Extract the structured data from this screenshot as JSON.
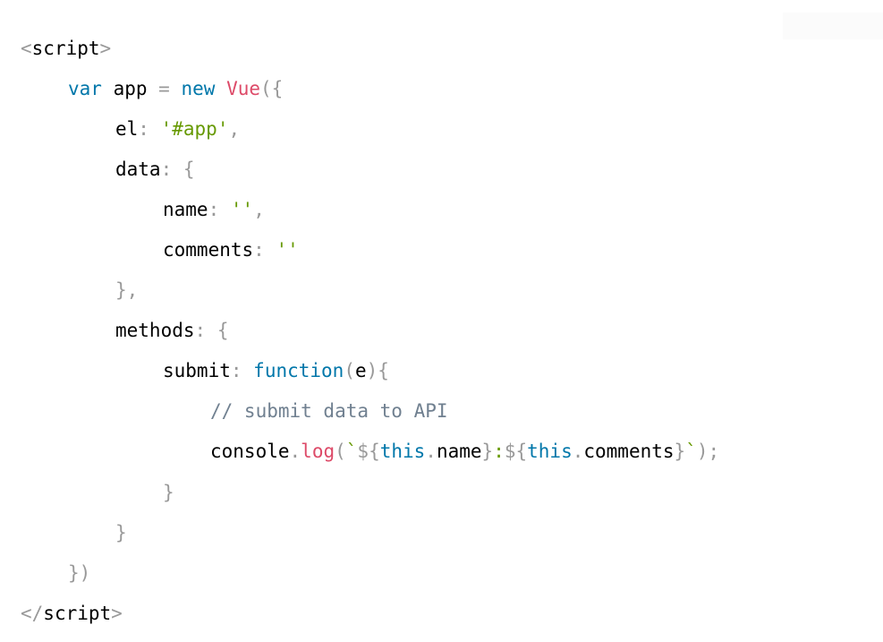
{
  "code": {
    "line_1": {
      "lt": "<",
      "tag": "script",
      "gt": ">"
    },
    "line_2": {
      "kw_var": "var",
      "app": " app ",
      "eq": "=",
      "kw_new": "new",
      "vue": "Vue",
      "open": "({"
    },
    "line_3": {
      "key": "el",
      "colon": ":",
      "value": "'#app'",
      "comma": ","
    },
    "line_4": {
      "key": "data",
      "colon": ":",
      "brace": "{"
    },
    "line_5": {
      "key": "name",
      "colon": ":",
      "value": "''",
      "comma": ","
    },
    "line_6": {
      "key": "comments",
      "colon": ":",
      "value": "''"
    },
    "line_7": {
      "close": "},"
    },
    "line_8": {
      "key": "methods",
      "colon": ":",
      "brace": "{"
    },
    "line_9": {
      "key": "submit",
      "colon": ":",
      "kw_function": "function",
      "paren_open": "(",
      "param": "e",
      "paren_close": ")",
      "brace": "{"
    },
    "line_10": {
      "comment": "// submit data to API"
    },
    "line_11": {
      "console": "console",
      "dot1": ".",
      "log": "log",
      "paren_open": "(",
      "backtick_open": "`",
      "interp1_open": "${",
      "this1": "this",
      "dot2": ".",
      "name": "name",
      "interp1_close": "}",
      "sep": ":",
      "interp2_open": "${",
      "this2": "this",
      "dot3": ".",
      "comments": "comments",
      "interp2_close": "}",
      "backtick_close": "`",
      "paren_close": ")",
      "semi": ";"
    },
    "line_12": {
      "close": "}"
    },
    "line_13": {
      "close": "}"
    },
    "line_14": {
      "close": "})"
    },
    "line_15": {
      "lt": "</",
      "tag": "script",
      "gt": ">"
    }
  }
}
